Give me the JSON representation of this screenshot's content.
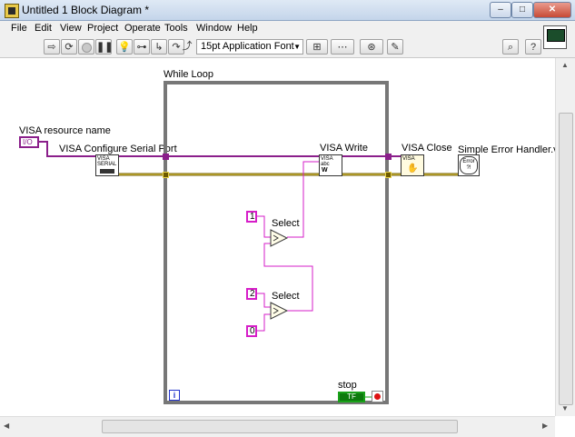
{
  "window": {
    "title": "Untitled 1 Block Diagram *",
    "controls": [
      "–",
      "□",
      "✕"
    ]
  },
  "menu": [
    "File",
    "Edit",
    "View",
    "Project",
    "Operate",
    "Tools",
    "Window",
    "Help"
  ],
  "toolbar": {
    "font": "15pt Application Font"
  },
  "diagram": {
    "visa_resource_label": "VISA resource name",
    "visa_resource_const": "I/O",
    "configure_label": "VISA Configure Serial Port",
    "configure_icon_text": "VISA\nSERIAL",
    "while_loop_label": "While Loop",
    "visa_write_label": "VISA Write",
    "visa_write_icon_text": "VISA\nabc",
    "visa_close_label": "VISA Close",
    "visa_close_icon_text": "VISA",
    "error_handler_label": "Simple Error Handler.vi",
    "error_handler_icon_text": "Error\n?!",
    "select_label": "Select",
    "const_1": "1",
    "const_2": "2",
    "const_0": "0",
    "iteration_terminal": "i",
    "stop_label": "stop",
    "stop_bool": "TF"
  },
  "colors": {
    "visa_wire": "#8b1f8b",
    "error_wire": "#6e5a00",
    "numeric_wire": "#d61ec8",
    "loop_border": "#777777"
  }
}
